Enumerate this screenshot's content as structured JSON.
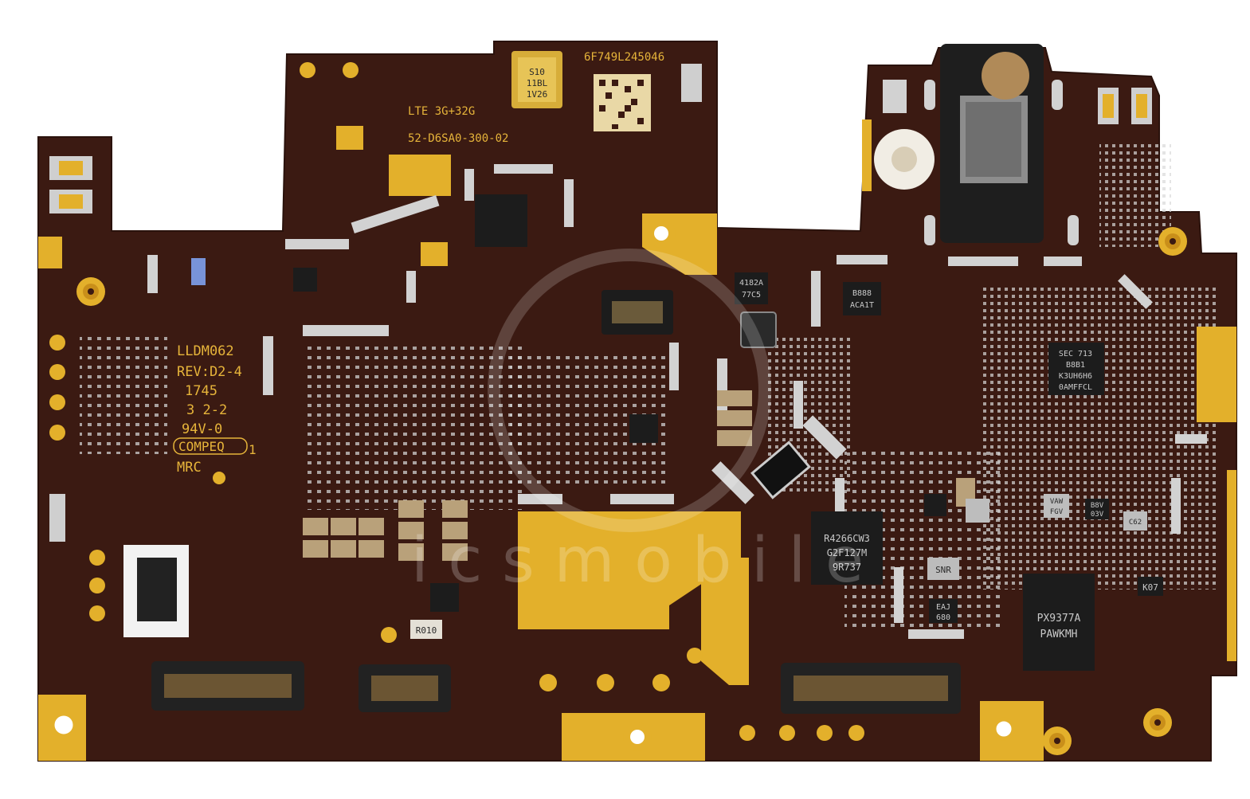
{
  "board": {
    "serial": "6F749L245046",
    "variant": "LTE  3G+32G",
    "part_number": "52-D6SA0-300-02",
    "silkscreen": [
      "LLDM062",
      "REV:D2-4",
      "1745",
      "3  2-2",
      "94V-0",
      "COMPEQ",
      "1",
      "MRC"
    ]
  },
  "chips": {
    "pmic_top": "4182A",
    "pmic_top_2": "77C5",
    "ic_b888": "B888",
    "ic_b888_2": "ACA1T",
    "sec_line1": "SEC 713",
    "sec_line2": "B8B1",
    "sec_line3": "K3UH6H6",
    "sec_line4": "0AMFFCL",
    "r4266_line1": "R4266CW3",
    "r4266_line2": "G2F127M",
    "r4266_line3": "9R737",
    "px_line1": "PX9377A",
    "px_line2": "PAWKMH",
    "k07": "K07",
    "snr": "SNR",
    "eaj1": "EAJ",
    "eaj2": "680",
    "r010": "R010",
    "cap_top1": "S10",
    "cap_top2": "11BL",
    "cap_top3": "1V26",
    "small_vaw": "VAW",
    "small_fgv": "FGV",
    "small_b8v": "B8V",
    "small_03v": "03V",
    "small_c62": "C62"
  },
  "watermark": {
    "text": "i c s m o b i l e"
  },
  "colors": {
    "pcb": "#3b1a12",
    "gold": "#e3b02b",
    "chip": "#1c1c1c",
    "solder": "#cfcfcf",
    "silkscreen": "#e6b43a"
  }
}
